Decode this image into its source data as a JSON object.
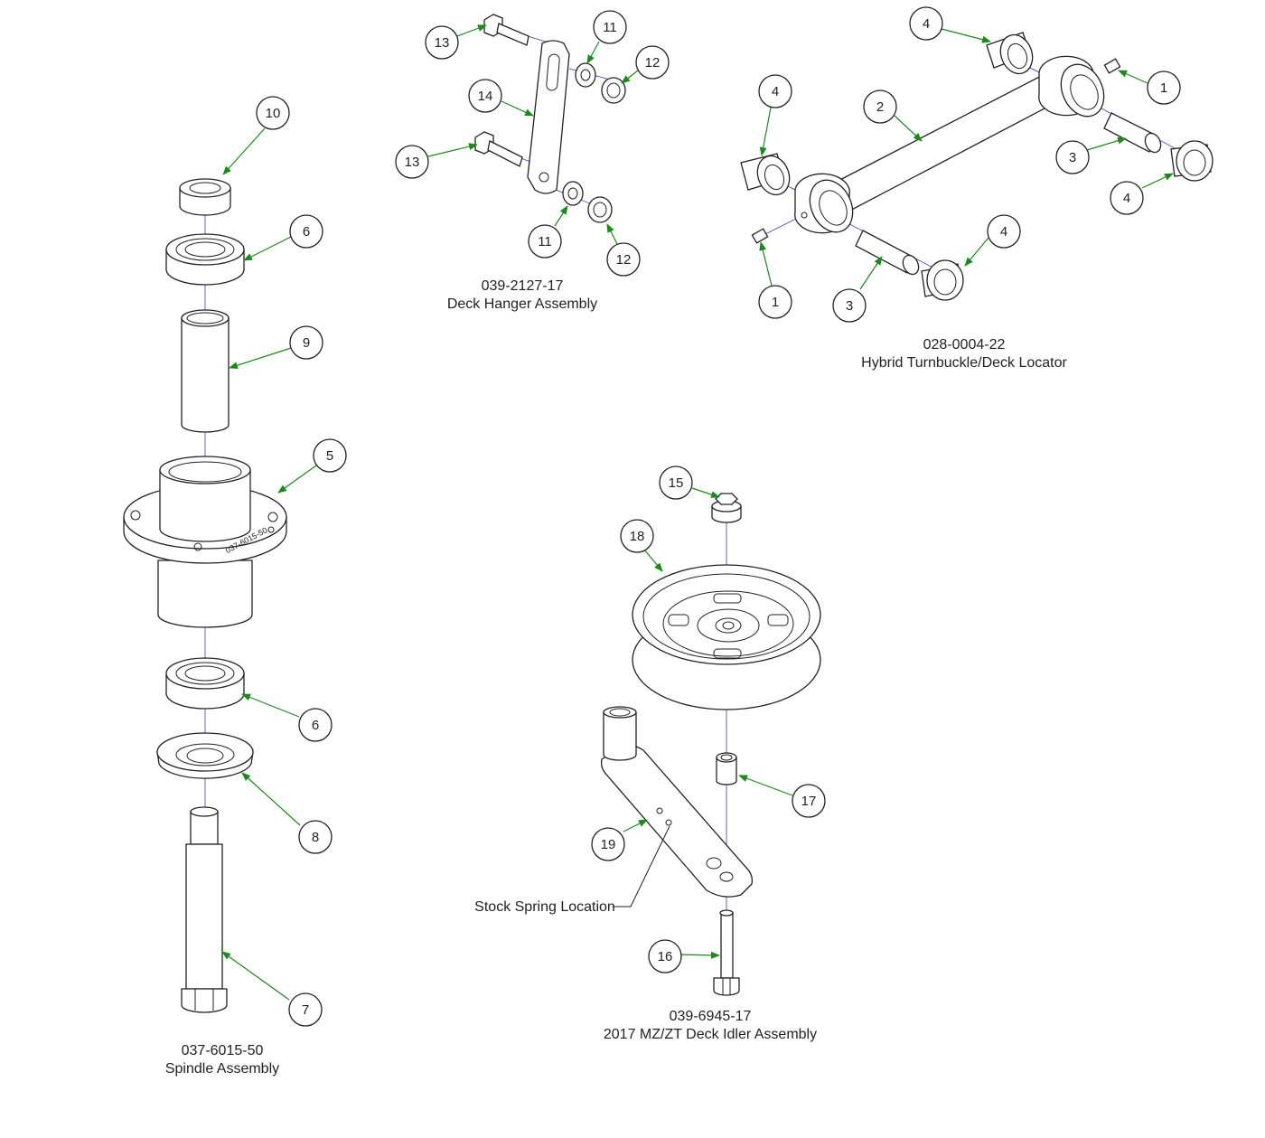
{
  "assemblies": {
    "deck_hanger": {
      "part_number": "039-2127-17",
      "name": "Deck Hanger Assembly"
    },
    "turnbuckle": {
      "part_number": "028-0004-22",
      "name": "Hybrid Turnbuckle/Deck Locator"
    },
    "spindle": {
      "part_number": "037-6015-50",
      "name": "Spindle Assembly"
    },
    "idler": {
      "part_number": "039-6945-17",
      "name": "2017 MZ/ZT Deck Idler Assembly"
    }
  },
  "annotations": {
    "stock_spring_location": "Stock Spring Location"
  },
  "callouts": {
    "c10": "10",
    "c6a": "6",
    "c9": "9",
    "c5": "5",
    "c6b": "6",
    "c8": "8",
    "c7": "7",
    "c13a": "13",
    "c14": "14",
    "c11a": "11",
    "c12a": "12",
    "c13b": "13",
    "c11b": "11",
    "c12b": "12",
    "c4a": "4",
    "c4b": "4",
    "c2": "2",
    "c1a": "1",
    "c3a": "3",
    "c4c": "4",
    "c4d": "4",
    "c1b": "1",
    "c3b": "3",
    "c15": "15",
    "c18": "18",
    "c17": "17",
    "c19": "19",
    "c16": "16"
  },
  "colors": {
    "leader": "#1a8a1a",
    "axis": "#3a3ad6",
    "line": "#222222"
  }
}
